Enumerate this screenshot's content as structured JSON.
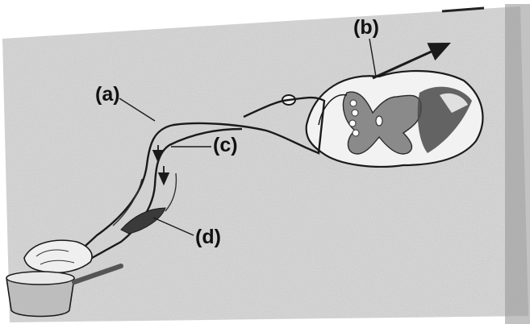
{
  "labels": {
    "a": "(a)",
    "b": "(b)",
    "c": "(c)",
    "d": "(d)"
  },
  "colors": {
    "paper": "#d9d9d9",
    "background": "#ffffff",
    "ink": "#1a1a1a",
    "shading": "#444444",
    "grey_matter": "#8a8a8a",
    "cup": "#bdbdbd"
  },
  "icons": {
    "arrow": "up-right-arrow-icon"
  }
}
